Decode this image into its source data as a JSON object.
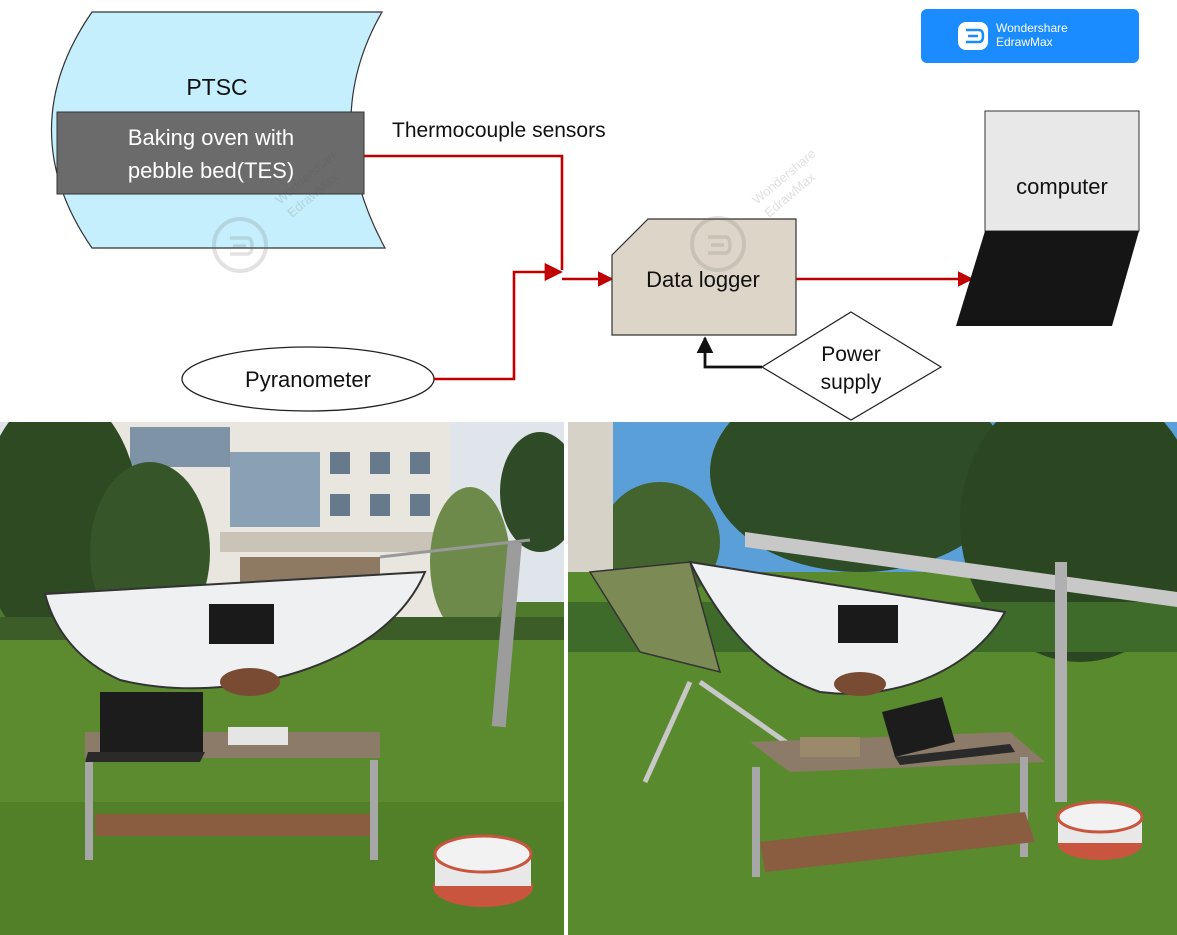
{
  "diagram": {
    "ptsc_label": "PTSC",
    "oven_label_line1": "Baking oven with",
    "oven_label_line2": "pebble bed(TES)",
    "thermocouple_label": "Thermocouple sensors",
    "pyranometer_label": "Pyranometer",
    "datalogger_label": "Data logger",
    "power_label_line1": "Power",
    "power_label_line2": "supply",
    "computer_label": "computer",
    "badge_line1": "Wondershare",
    "badge_line2": "EdrawMax",
    "watermark_line1": "Wondershare",
    "watermark_line2": "EdrawMax",
    "colors": {
      "collector_fill": "#c5effc",
      "oven_fill": "#6b6b6b",
      "logger_fill": "#ddd6c8",
      "connector_red": "#c00000",
      "badge_blue": "#1a8cff",
      "computer_screen": "#e8e8e8",
      "computer_base": "#151515"
    }
  },
  "photos": {
    "left": {
      "icons": [
        "building",
        "trees",
        "parabolic-collector",
        "oven-box",
        "laptop",
        "table",
        "cable-reel"
      ]
    },
    "right": {
      "icons": [
        "trees",
        "parabolic-collector",
        "oven-box",
        "laptop",
        "table",
        "cable-reel",
        "fence-pole"
      ]
    }
  }
}
